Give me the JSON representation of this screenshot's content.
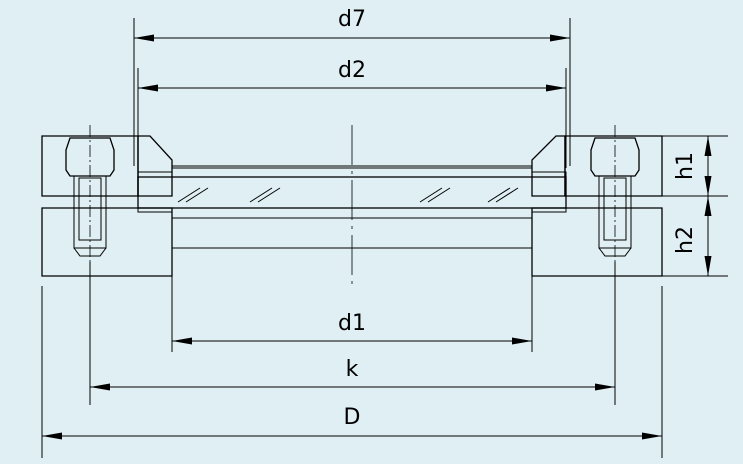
{
  "drawing": {
    "background_color": "#dfeff4",
    "line_color": "#000000",
    "glass_color": "#d8e8ee"
  },
  "labels": {
    "d7": "d7",
    "d2": "d2",
    "d1": "d1",
    "k": "k",
    "D": "D",
    "h1": "h1",
    "h2": "h2"
  }
}
